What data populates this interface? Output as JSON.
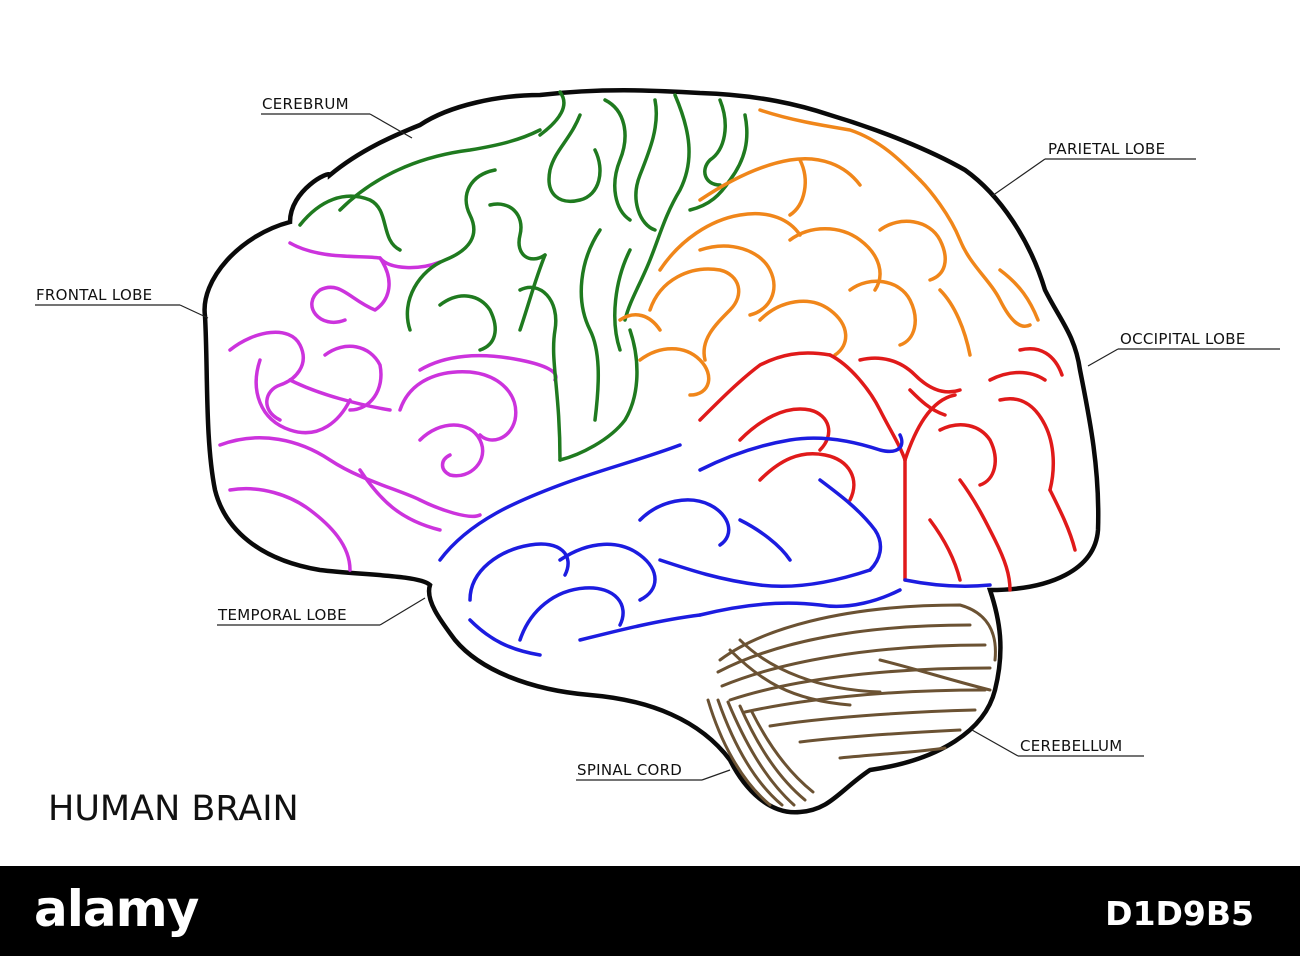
{
  "title": "HUMAN BRAIN",
  "labels": {
    "cerebrum": "CEREBRUM",
    "parietal_lobe": "PARIETAL LOBE",
    "frontal_lobe": "FRONTAL LOBE",
    "occipital_lobe": "OCCIPITAL LOBE",
    "temporal_lobe": "TEMPORAL LOBE",
    "cerebellum": "CEREBELLUM",
    "spinal_cord": "SPINAL CORD"
  },
  "colors": {
    "outline": "#0a0a0a",
    "frontal": "#cc33dd",
    "motor": "#1f7a1f",
    "parietal": "#f0861a",
    "occipital": "#e01a1a",
    "temporal": "#1c1ce0",
    "cerebellum": "#6b5233"
  },
  "footer": {
    "brand": "alamy",
    "image_id": "D1D9B5"
  }
}
